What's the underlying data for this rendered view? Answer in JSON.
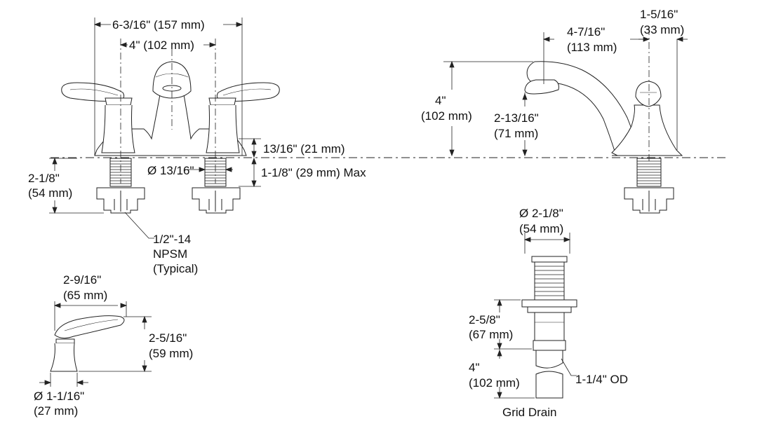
{
  "colors": {
    "ink": "#222222",
    "background": "#ffffff"
  },
  "front_view": {
    "overall_width": "6-3/16\" (157 mm)",
    "center_spacing": "4\" (102 mm)",
    "deck_height": "13/16\" (21 mm)",
    "shank_diameter": "Ø 13/16\"",
    "max_deck": "1-1/8\" (29 mm) Max",
    "shank_length_1": "2-1/8\"",
    "shank_length_2": "(54 mm)",
    "thread_1": "1/2\"-14",
    "thread_2": "NPSM",
    "thread_3": "(Typical)"
  },
  "handle_view": {
    "length_1": "2-9/16\"",
    "length_2": "(65 mm)",
    "height_1": "2-5/16\"",
    "height_2": "(59 mm)",
    "base_dia_1": "Ø 1-1/16\"",
    "base_dia_2": "(27 mm)"
  },
  "side_view": {
    "spout_height_1": "4\"",
    "spout_height_2": "(102 mm)",
    "reach_1": "4-7/16\"",
    "reach_2": "(113 mm)",
    "base_1": "1-5/16\"",
    "base_2": "(33 mm)",
    "clearance_1": "2-13/16\"",
    "clearance_2": "(71 mm)"
  },
  "drain_view": {
    "flange_dia_1": "Ø 2-1/8\"",
    "flange_dia_2": "(54 mm)",
    "body_1": "2-5/8\"",
    "body_2": "(67 mm)",
    "tail_1": "4\"",
    "tail_2": "(102 mm)",
    "od": "1-1/4\" OD",
    "caption": "Grid Drain"
  }
}
